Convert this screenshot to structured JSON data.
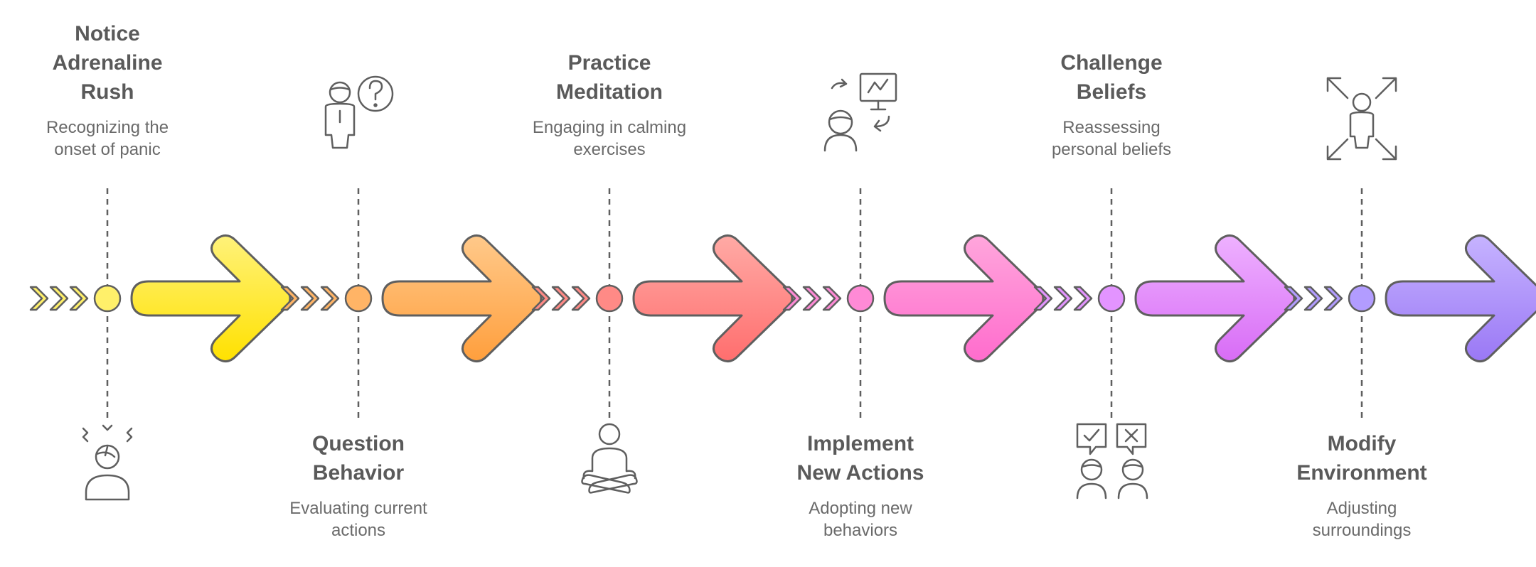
{
  "steps": [
    {
      "title": "Notice Adrenaline Rush",
      "title_lines": [
        "Notice",
        "Adrenaline",
        "Rush"
      ],
      "description_lines": [
        "Recognizing the",
        "onset of panic"
      ],
      "icon": "stressed-person-icon",
      "colors": {
        "light": "#fff27a",
        "dark": "#ffe100",
        "dot": "#fff06a"
      }
    },
    {
      "title": "Question Behavior",
      "title_lines": [
        "Question",
        "Behavior"
      ],
      "description_lines": [
        "Evaluating current",
        "actions"
      ],
      "icon": "person-question-icon",
      "colors": {
        "light": "#ffc98a",
        "dark": "#ff9f3d",
        "dot": "#ffb466"
      }
    },
    {
      "title": "Practice Meditation",
      "title_lines": [
        "Practice",
        "Meditation"
      ],
      "description_lines": [
        "Engaging in calming",
        "exercises"
      ],
      "icon": "meditating-person-icon",
      "colors": {
        "light": "#ffaaa5",
        "dark": "#ff6e6e",
        "dot": "#ff8a86"
      }
    },
    {
      "title": "Implement New Actions",
      "title_lines": [
        "Implement",
        "New Actions"
      ],
      "description_lines": [
        "Adopting new",
        "behaviors"
      ],
      "icon": "person-presentation-icon",
      "colors": {
        "light": "#ffa6dc",
        "dark": "#ff6ccd",
        "dot": "#ff8ad6"
      }
    },
    {
      "title": "Challenge Beliefs",
      "title_lines": [
        "Challenge",
        "Beliefs"
      ],
      "description_lines": [
        "Reassessing",
        "personal beliefs"
      ],
      "icon": "people-debate-icon",
      "colors": {
        "light": "#eeb1ff",
        "dark": "#d86cf6",
        "dot": "#e394ff"
      }
    },
    {
      "title": "Modify Environment",
      "title_lines": [
        "Modify",
        "Environment"
      ],
      "description_lines": [
        "Adjusting",
        "surroundings"
      ],
      "icon": "person-expand-icon",
      "colors": {
        "light": "#c6b3ff",
        "dark": "#9a78f5",
        "dot": "#b29cff"
      }
    }
  ],
  "colors": {
    "stroke": "#5f5f5f",
    "text": "#5a5a5a",
    "dash": "#5f5f5f"
  }
}
